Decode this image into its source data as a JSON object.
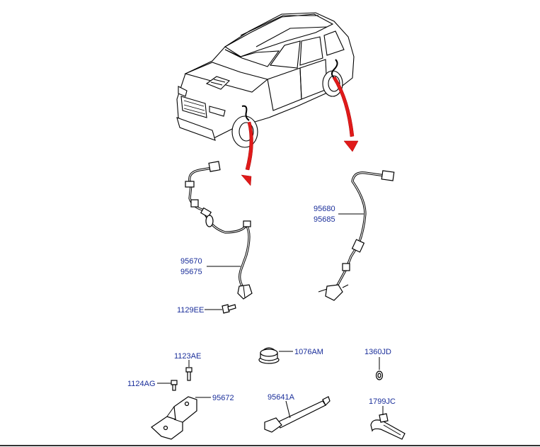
{
  "diagram": {
    "callouts": {
      "front_sensor": [
        "95670",
        "95675"
      ],
      "rear_sensor": [
        "95680",
        "95685"
      ],
      "front_bolt": "1129EE",
      "bracket_bolt_top": "1123AE",
      "bracket_bolt_left": "1124AG",
      "bracket": "95672",
      "grommet": "1076AM",
      "clip": "1360JD",
      "extension_cable": "95641A",
      "tie_strap": "1799JC"
    },
    "colors": {
      "label": "#1a2e9a",
      "pointer_arrow": "#e01a1a",
      "line": "#000000"
    }
  }
}
